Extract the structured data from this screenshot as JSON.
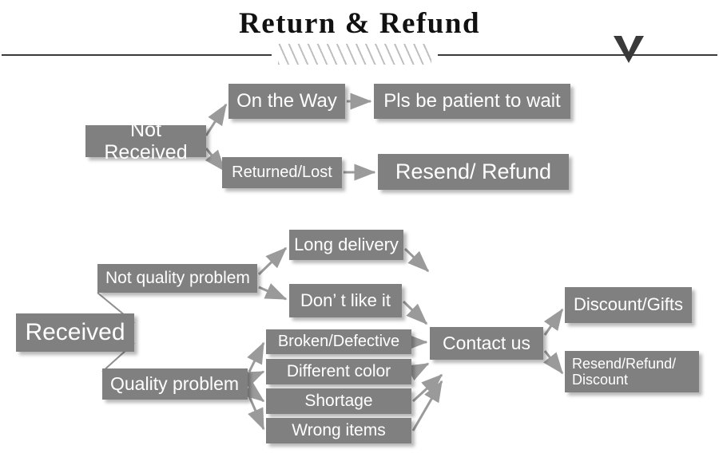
{
  "header": {
    "title": "Return & Refund",
    "divider_left": "horizontal-rule",
    "divider_hatch": "diagonal-hatch-ornament",
    "chevron": "chevron-down-icon"
  },
  "colors": {
    "node_fill": "#808080",
    "node_text": "#ffffff",
    "arrow": "#9a9a9a",
    "rule": "#3a3a3a",
    "hatch": "#bfbfbf",
    "background": "#ffffff"
  },
  "flow": {
    "not_received": {
      "label": "Not Received",
      "branches": [
        {
          "label": "On the Way",
          "result": "Pls be patient to wait"
        },
        {
          "label": "Returned/Lost",
          "result": "Resend/ Refund"
        }
      ]
    },
    "received": {
      "label": "Received",
      "categories": [
        {
          "label": "Not quality problem",
          "reasons": [
            "Long delivery",
            "Don’ t like it"
          ]
        },
        {
          "label": "Quality problem",
          "reasons": [
            "Broken/Defective",
            "Different color",
            "Shortage",
            "Wrong items"
          ]
        }
      ],
      "contact": "Contact us",
      "outcomes": [
        "Discount/Gifts",
        "Resend/Refund/\nDiscount"
      ]
    }
  }
}
